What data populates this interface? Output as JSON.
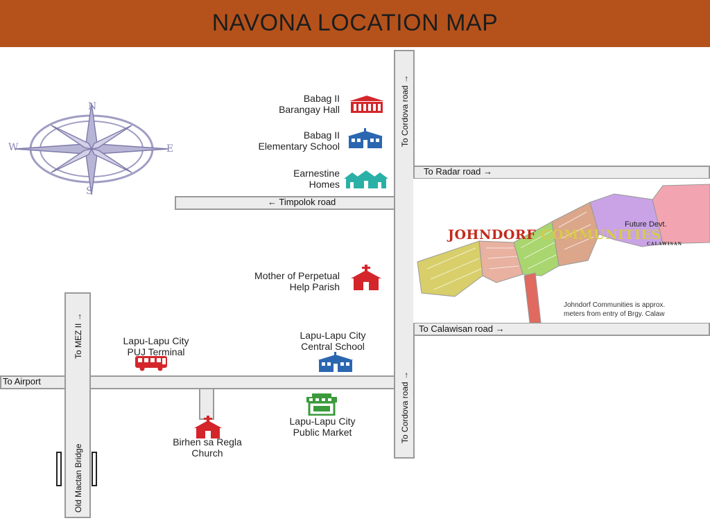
{
  "header": {
    "title": "NAVONA LOCATION MAP",
    "bg_color": "#b5521b"
  },
  "compass": {
    "n": "N",
    "s": "S",
    "e": "E",
    "w": "W"
  },
  "roads": {
    "to_cordova_top": "To Cordova road",
    "to_cordova_bottom": "To Cordova road",
    "to_radar": "To Radar road",
    "timpolok": "Timpolok road",
    "to_calawisan": "To Calawisan road",
    "to_mez": "To MEZ II",
    "to_airport": "To Airport",
    "old_mactan_bridge": "Old Mactan Bridge"
  },
  "landmarks": [
    {
      "id": "barangay-hall",
      "line1": "Babag II",
      "line2": "Barangay Hall",
      "icon": "building-icon",
      "color": "#d4262a"
    },
    {
      "id": "elem-school",
      "line1": "Babag II",
      "line2": "Elementary School",
      "icon": "school-icon",
      "color": "#2b67b1"
    },
    {
      "id": "earnestine",
      "line1": "Earnestine",
      "line2": "Homes",
      "icon": "houses-icon",
      "color": "#2ab0a6"
    },
    {
      "id": "parish",
      "line1": "Mother of Perpetual",
      "line2": "Help Parish",
      "icon": "church-icon",
      "color": "#d4262a"
    },
    {
      "id": "puj",
      "line1": "Lapu-Lapu City",
      "line2": "PUJ Terminal",
      "icon": "bus-icon",
      "color": "#d4262a"
    },
    {
      "id": "central-school",
      "line1": "Lapu-Lapu City",
      "line2": "Central School",
      "icon": "school-icon",
      "color": "#2b67b1"
    },
    {
      "id": "market",
      "line1": "Lapu-Lapu City",
      "line2": "Public Market",
      "icon": "market-icon",
      "color": "#3b9a3b"
    },
    {
      "id": "regla",
      "line1": "Birhen sa Regla",
      "line2": "Church",
      "icon": "church-icon",
      "color": "#d4262a"
    }
  ],
  "inset": {
    "brand_part1": "JOHNDORF ",
    "brand_part2": "COMMUNITIES",
    "brand_sub": "CALAWISAN",
    "future": "Future Devt.",
    "note_line1": "Johndorf Communities is approx.",
    "note_line2": "meters from entry of Brgy. Calaw"
  }
}
